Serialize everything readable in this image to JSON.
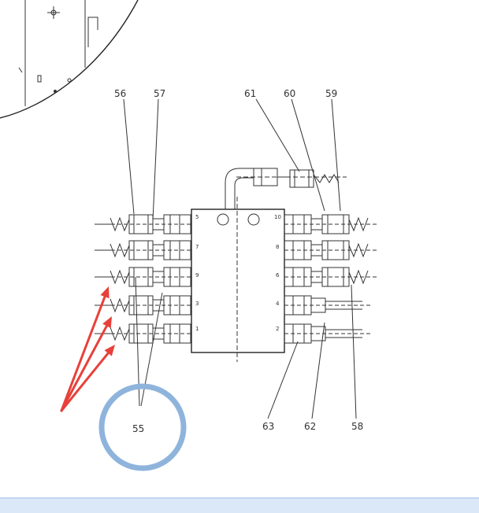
{
  "labels": {
    "l56": "56",
    "l57": "57",
    "l61": "61",
    "l60": "60",
    "l59": "59",
    "l55": "55",
    "l63": "63",
    "l62": "62",
    "l58": "58"
  },
  "ports_left": [
    "5",
    "7",
    "9",
    "3",
    "1"
  ],
  "ports_right": [
    "10",
    "8",
    "6",
    "4",
    "2"
  ],
  "colors": {
    "arrow": "#e8403a",
    "circle": "#8fb4dc",
    "line": "#333333",
    "footer": "#dbe8f7"
  }
}
